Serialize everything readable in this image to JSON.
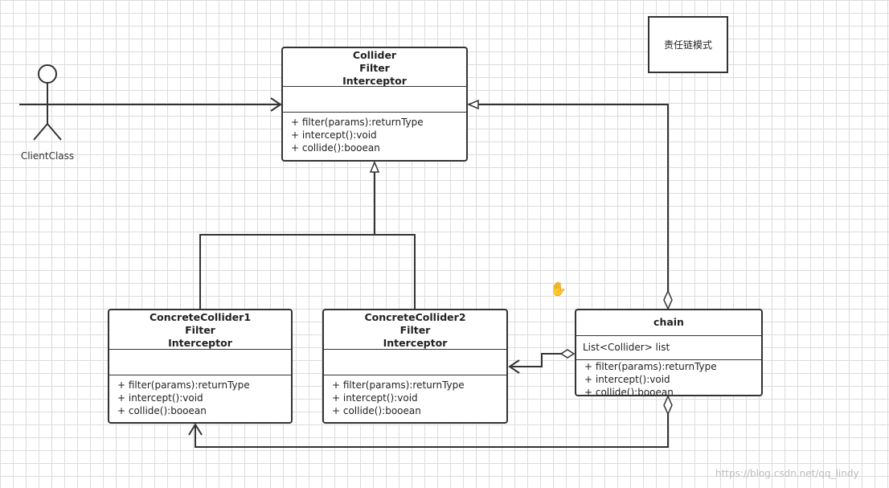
{
  "note": "责任链模式",
  "actor": {
    "label": "ClientClass"
  },
  "interface": {
    "names": [
      "Collider",
      "Filter",
      "Interceptor"
    ],
    "operations": [
      "+ filter(params):returnType",
      "+ intercept():void",
      "+ collide():booean"
    ]
  },
  "concrete1": {
    "names": [
      "ConcreteCollider1",
      "Filter",
      "Interceptor"
    ],
    "operations": [
      "+ filter(params):returnType",
      "+ intercept():void",
      "+ collide():booean"
    ]
  },
  "concrete2": {
    "names": [
      "ConcreteCollider2",
      "Filter",
      "Interceptor"
    ],
    "operations": [
      "+ filter(params):returnType",
      "+ intercept():void",
      "+ collide():booean"
    ]
  },
  "chain": {
    "name": "chain",
    "attribute": "List<Collider> list",
    "operations": [
      "+ filter(params):returnType",
      "+ intercept():void",
      "+ collide():booean"
    ]
  },
  "watermark": "https://blog.csdn.net/qq_lindy",
  "icons": {
    "cursor": "hand-cursor-icon"
  }
}
